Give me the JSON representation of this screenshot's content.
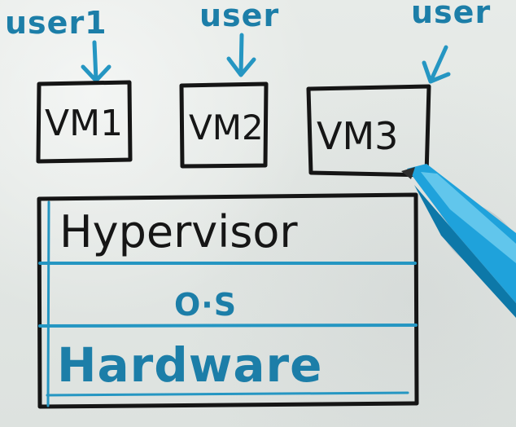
{
  "labels": {
    "user_1": "user1",
    "user_2": "user",
    "user_3": "user",
    "vm_1": "VM1",
    "vm_2": "VM2",
    "vm_3": "VM3",
    "hypervisor": "Hypervisor",
    "os": "O·S",
    "hardware": "Hardware"
  },
  "colors": {
    "ink_blue": "#1c7ea8",
    "ink_dark": "#161616",
    "pen_blue": "#1e9fd7"
  },
  "icons": {
    "pen": "pen-icon"
  }
}
